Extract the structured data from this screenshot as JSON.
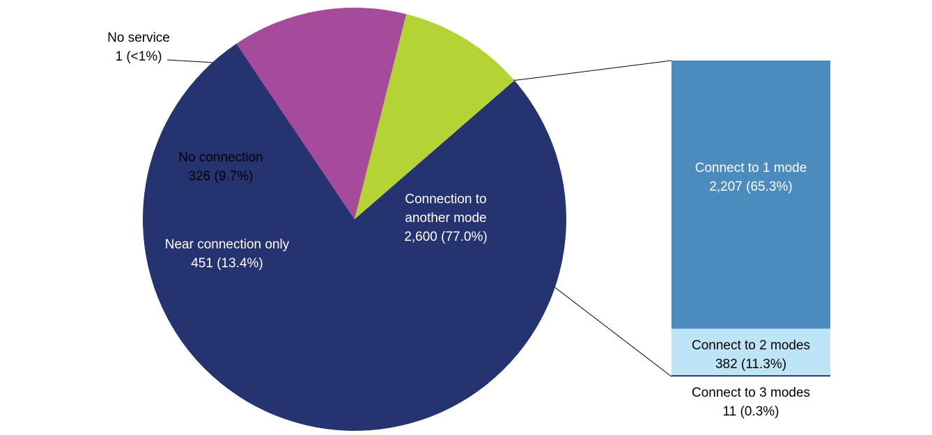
{
  "chart_data": {
    "type": "pie-of-bar",
    "pie": {
      "slices": [
        {
          "label": "Connection to another mode",
          "label_lines": [
            "Connection to",
            "another mode"
          ],
          "value": 2600,
          "value_text": "2,600 (77.0%)",
          "color": "#253371"
        },
        {
          "label": "Near connection only",
          "label_lines": [
            "Near connection only"
          ],
          "value": 451,
          "value_text": "451 (13.4%)",
          "color": "#a64a9b"
        },
        {
          "label": "No connection",
          "label_lines": [
            "No connection"
          ],
          "value": 326,
          "value_text": "326 (9.7%)",
          "color": "#b4d334"
        },
        {
          "label": "No service",
          "label_lines": [
            "No service"
          ],
          "value": 1,
          "value_text": "1 (<1%)",
          "color": "#b4d334"
        }
      ]
    },
    "bar": {
      "breakdown_of": "Connection to another mode",
      "segments": [
        {
          "label": "Connect to 1 mode",
          "value": 2207,
          "value_text": "2,207 (65.3%)",
          "color": "#4c8bbe"
        },
        {
          "label": "Connect to 2 modes",
          "value": 382,
          "value_text": "382 (11.3%)",
          "color": "#bde5f7"
        },
        {
          "label": "Connect to 3 modes",
          "value": 11,
          "value_text": "11 (0.3%)",
          "color": "#253371"
        }
      ]
    }
  }
}
